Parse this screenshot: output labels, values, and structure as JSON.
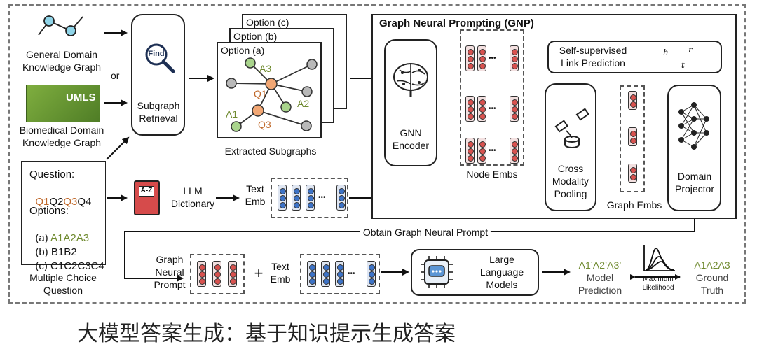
{
  "gnp_title": "Graph Neural Prompting (GNP)",
  "general_kg_label": "General Domain\nKnowledge Graph",
  "or_label": "or",
  "biomedical_kg_label": "Biomedical Domain\nKnowledge Graph",
  "umls_logo_text": "UMLS",
  "find_icon_text": "Find",
  "subgraph_retrieval_label": "Subgraph\nRetrieval",
  "option_cards": [
    "Option (c)",
    "Option (b)",
    "Option (a)"
  ],
  "graph_node_labels": [
    "A3",
    "Q1",
    "A2",
    "A1",
    "Q3"
  ],
  "extracted_subgraphs_label": "Extracted Subgraphs",
  "gnn_encoder_label": "GNN\nEncoder",
  "node_embs_label": "Node Embs",
  "ellipsis": "•••",
  "link_prediction_label": "Self-supervised\nLink Prediction",
  "link_vars": [
    "h",
    "r",
    "t"
  ],
  "cross_modality_label": "Cross\nModality\nPooling",
  "graph_embs_label": "Graph Embs",
  "domain_projector_label": "Domain\nProjector",
  "question": {
    "question_label": "Question:",
    "q_parts": [
      "Q1",
      "Q2",
      "Q3",
      "Q4"
    ],
    "options_label": "Options:",
    "options": [
      {
        "prefix": "(a) ",
        "text": "A1A2A3"
      },
      {
        "prefix": "(b) ",
        "text": "B1B2"
      },
      {
        "prefix": "(c) ",
        "text": "C1C2C3C4"
      }
    ],
    "caption": "Multiple Choice\nQuestion"
  },
  "dictionary_icon_text": "A-Z",
  "llm_dictionary_label": "LLM\nDictionary",
  "text_emb_label": "Text\nEmb",
  "obtain_prompt_label": "Obtain Graph Neural Prompt",
  "graph_neural_prompt_label": "Graph\nNeural\nPrompt",
  "plus_sign": "+",
  "llm_label": "Large\nLanguage\nModels",
  "model_prediction_value": "A1’A2’A3’",
  "model_prediction_label": "Model\nPrediction",
  "max_likelihood_label": "Maximum\nLikelihood",
  "ground_truth_value": "A1A2A3",
  "ground_truth_label": "Ground\nTruth",
  "caption": "大模型答案生成：基于知识提示生成答案",
  "colors": {
    "orange": "#c0692b",
    "green": "#6f8a2f",
    "node_orange": "#f2a774",
    "node_green": "#a9d48c",
    "node_gray": "#b9b9b9",
    "emb_red": "#d8524f",
    "emb_blue": "#3d73c7"
  }
}
